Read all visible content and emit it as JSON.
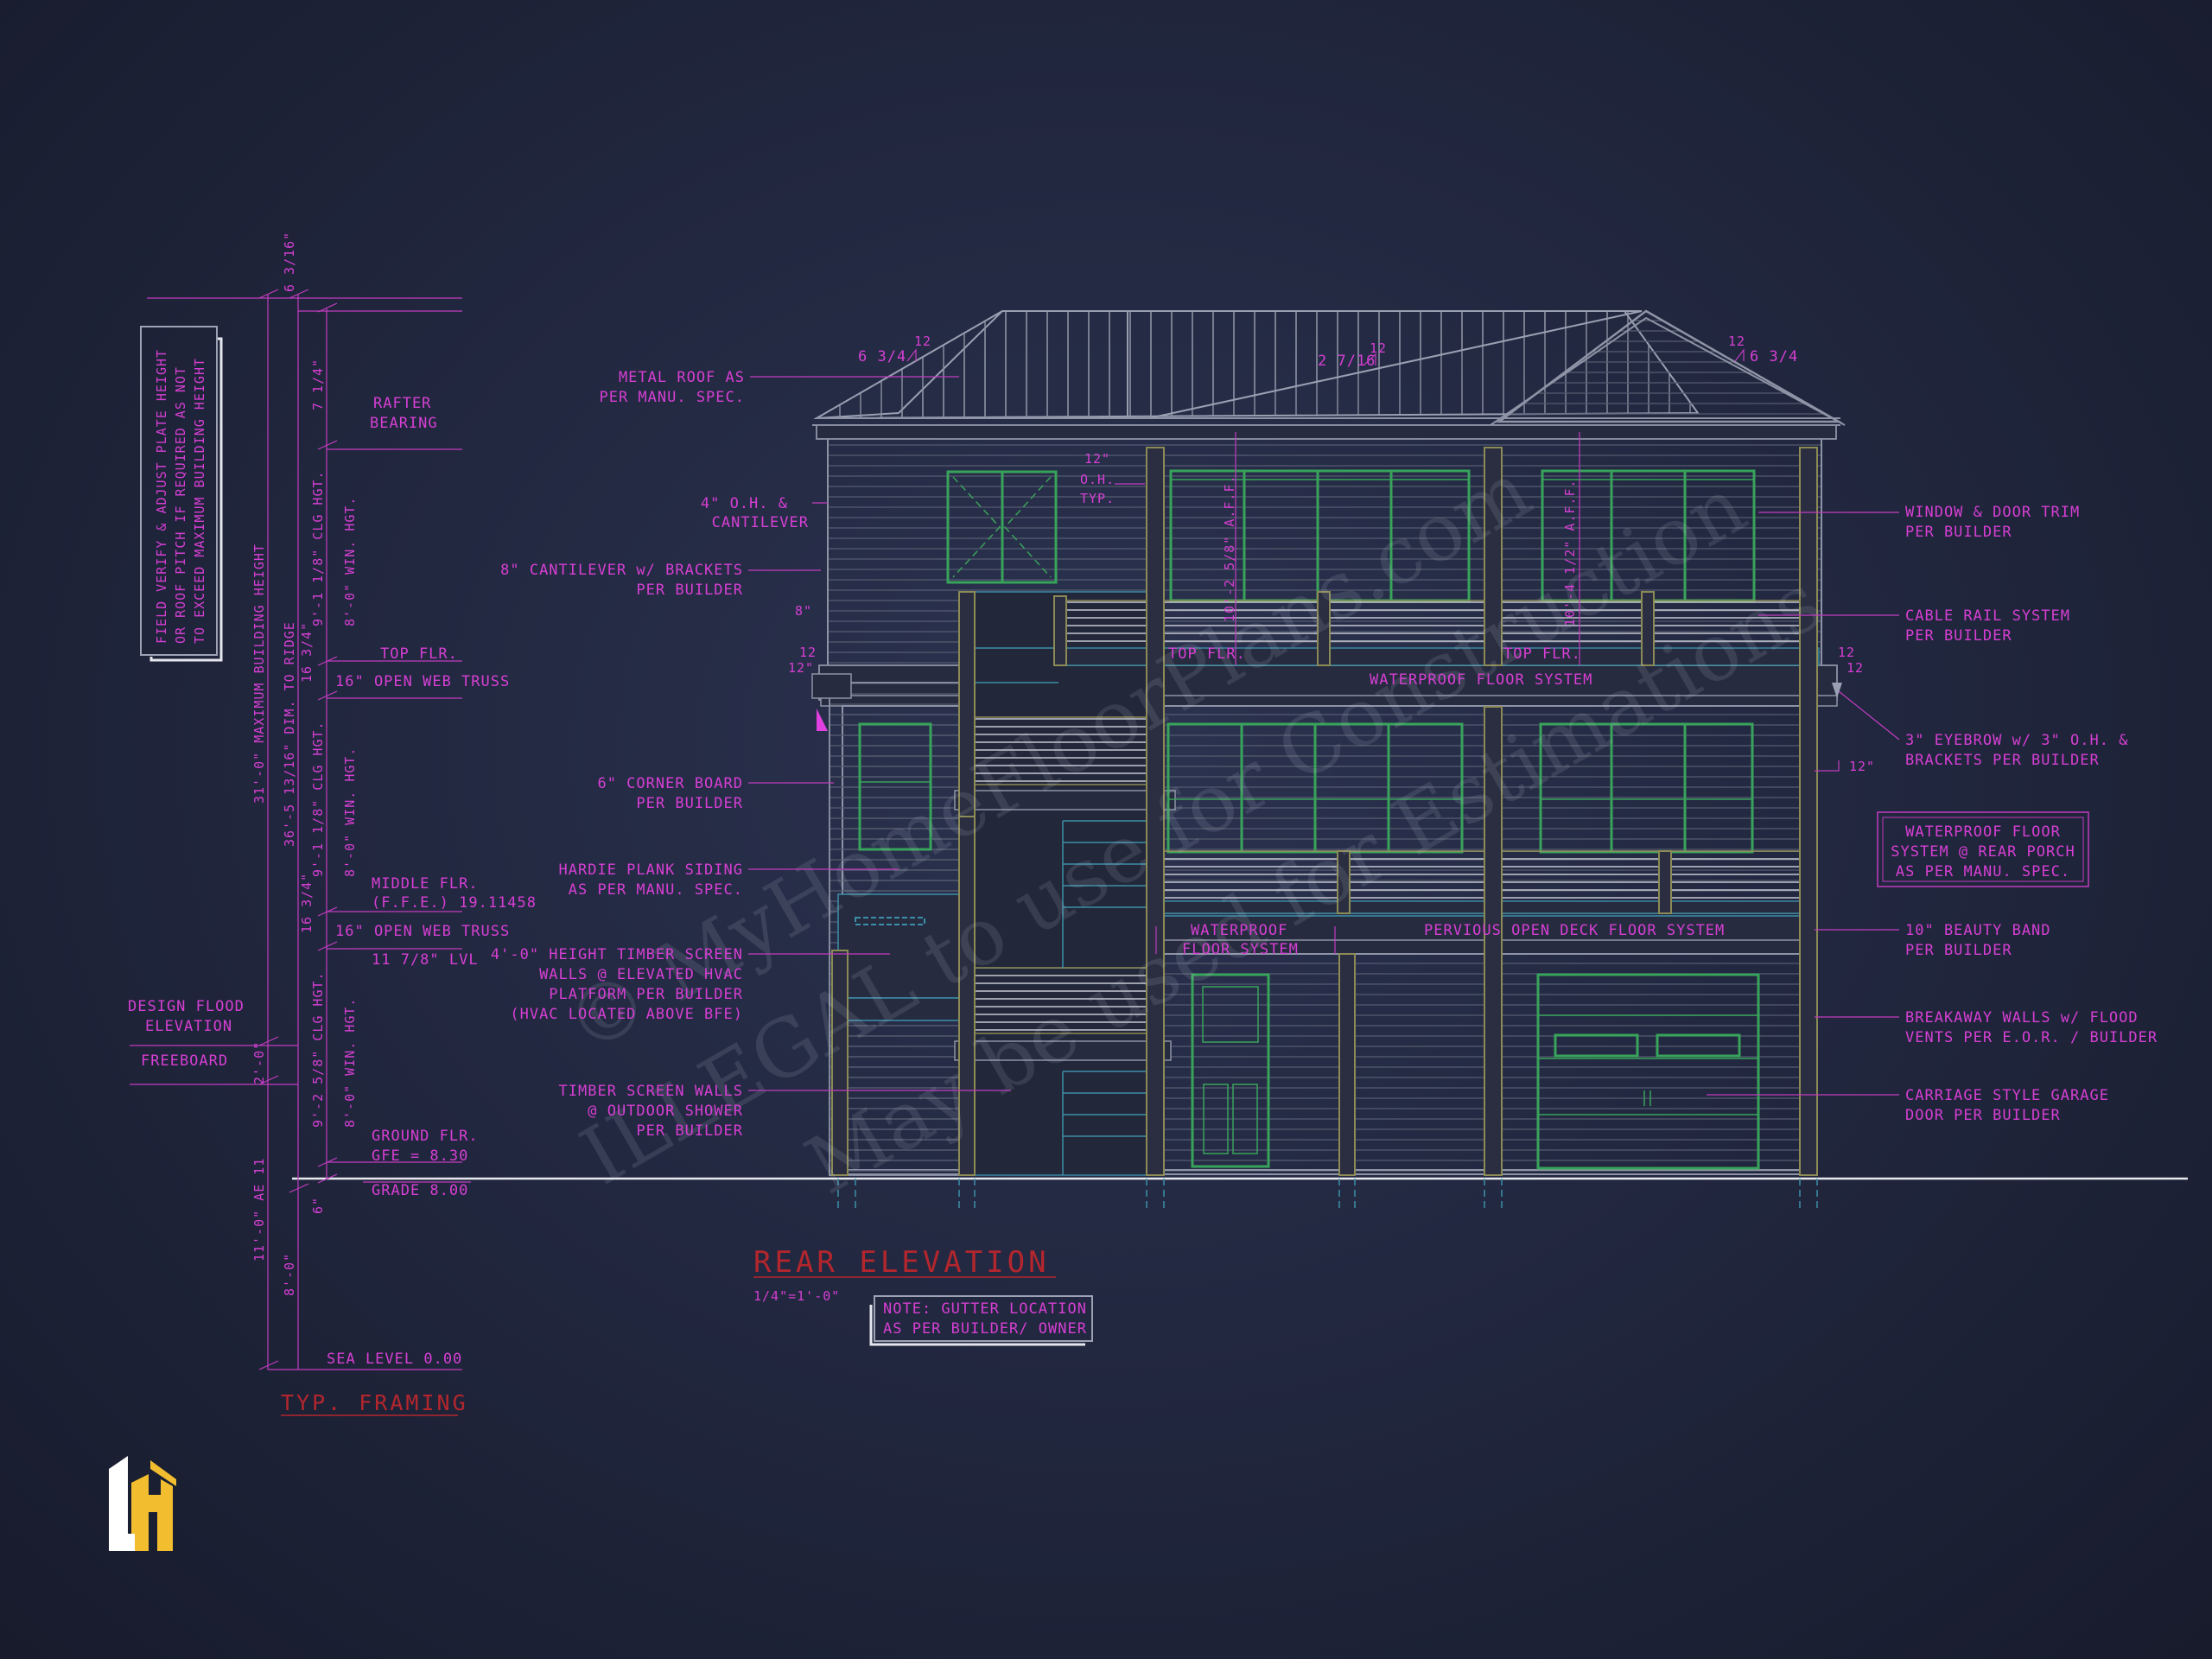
{
  "drawing": {
    "title": "REAR ELEVATION",
    "scale": "1/4\"=1'-0\"",
    "framing_title": "TYP. FRAMING",
    "note": [
      "NOTE: GUTTER LOCATION",
      "AS PER BUILDER/ OWNER"
    ],
    "field_verify_note": [
      "FIELD VERIFY & ADJUST PLATE HEIGHT",
      "OR ROOF PITCH IF REQUIRED AS NOT",
      "TO EXCEED MAXIMUM BUILDING HEIGHT"
    ],
    "watermark": [
      "© MyHomeFloorPlans.com",
      "ILLEGAL to use for Construction",
      "May be used for Estimations"
    ]
  },
  "left_labels": {
    "rafter_bearing": [
      "RAFTER",
      "BEARING"
    ],
    "top_flr": "TOP FLR.",
    "truss_upper": "16\" OPEN WEB TRUSS",
    "middle_flr": [
      "MIDDLE FLR.",
      "(F.F.E.) 19.11458"
    ],
    "truss_lower": "16\" OPEN WEB TRUSS",
    "lvl": "11 7/8\" LVL",
    "design_flood": [
      "DESIGN FLOOD",
      "ELEVATION"
    ],
    "freeboard": "FREEBOARD",
    "ground_flr": [
      "GROUND FLR.",
      "GFE = 8.30"
    ],
    "grade": "GRADE 8.00",
    "sea_level": "SEA LEVEL 0.00"
  },
  "dimensions": {
    "overall": "31'-0\" MAXIMUM BUILDING HEIGHT",
    "to_ridge": "36'-5 13/16\" DIM. TO RIDGE",
    "top_gap": "6 3/16\"",
    "rafter": "7 1/4\"",
    "upper_clg": "9'-1 1/8\" CLG HGT.",
    "upper_win": "8'-0\" WIN. HGT.",
    "upper_truss": "16 3/4\"",
    "middle_clg": "9'-1 1/8\" CLG HGT.",
    "middle_win": "8'-0\" WIN. HGT.",
    "lower_truss": "16 3/4\"",
    "ground_clg": "9'-2 5/8\" CLG HGT.",
    "ground_win": "8'-0\" WIN. HGT.",
    "freeboard_dim": "2'-0\"",
    "base": "6\"",
    "ae": "11'-0\" AE 11",
    "below_grade": "8'-0\"",
    "pitch_left": "6 3/4",
    "pitch_mid": "2 7/16",
    "pitch_right": "6 3/4",
    "pitch_unit": "12",
    "oh_top": [
      "12\"",
      "O.H.",
      "TYP."
    ],
    "head_upper": "10'-2 5/8\" A.F.F.",
    "head_upper_right": "10'-4 1/2\" A.F.F.",
    "eyebrow_dim": "12\"",
    "eyebrow_pitch": [
      "12",
      "12"
    ],
    "cant_8": "8\"",
    "cant_12": "12\"",
    "lower_pitch": "12"
  },
  "callouts_left": {
    "metal_roof": [
      "METAL ROOF AS",
      "PER MANU. SPEC."
    ],
    "oh_cantilever": [
      "4\" O.H. &",
      "CANTILEVER"
    ],
    "cantilever_brackets": [
      "8\" CANTILEVER w/ BRACKETS",
      "PER BUILDER"
    ],
    "corner_board": [
      "6\" CORNER BOARD",
      "PER BUILDER"
    ],
    "hardie": [
      "HARDIE PLANK SIDING",
      "AS PER MANU. SPEC."
    ],
    "timber_screen": [
      "4'-0\" HEIGHT TIMBER SCREEN",
      "WALLS @ ELEVATED HVAC",
      "PLATFORM PER BUILDER",
      "(HVAC LOCATED ABOVE BFE)"
    ],
    "timber_walls": [
      "TIMBER SCREEN WALLS",
      "@ OUTDOOR SHOWER",
      "PER BUILDER"
    ]
  },
  "callouts_right": {
    "window_trim": [
      "WINDOW & DOOR TRIM",
      "PER BUILDER"
    ],
    "cable_rail": [
      "CABLE RAIL SYSTEM",
      "PER BUILDER"
    ],
    "eyebrow": [
      "3\" EYEBROW w/ 3\" O.H. &",
      "BRACKETS PER BUILDER"
    ],
    "waterproof_box": [
      "WATERPROOF FLOOR",
      "SYSTEM @ REAR PORCH",
      "AS PER MANU. SPEC."
    ],
    "beauty_band": [
      "10\" BEAUTY BAND",
      "PER BUILDER"
    ],
    "breakaway": [
      "BREAKAWAY WALLS w/ FLOOD",
      "VENTS PER E.O.R. / BUILDER"
    ],
    "garage_door": [
      "CARRIAGE STYLE GARAGE",
      "DOOR PER BUILDER"
    ]
  },
  "inline_labels": {
    "top_flr_a": "TOP FLR.",
    "top_flr_b": "TOP FLR.",
    "waterproof_upper": "WATERPROOF FLOOR SYSTEM",
    "waterproof_lower": [
      "WATERPROOF",
      "FLOOR SYSTEM"
    ],
    "pervious": "PERVIOUS OPEN DECK FLOOR SYSTEM"
  }
}
